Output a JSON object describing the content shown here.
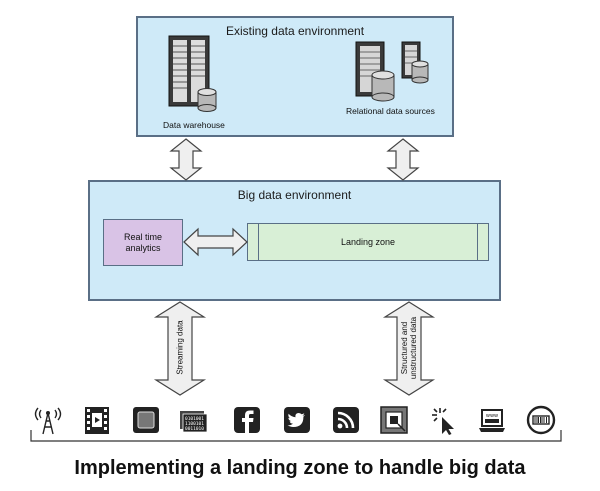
{
  "existing": {
    "title": "Existing data environment",
    "warehouse_label": "Data warehouse",
    "relational_label": "Relational data sources"
  },
  "bigdata": {
    "title": "Big data environment",
    "realtime_label": "Real time analytics",
    "landing_label": "Landing zone"
  },
  "flows": {
    "streaming_label": "Streaming data",
    "structured_label": "Structured and unstructured data"
  },
  "sources": [
    {
      "icon": "cell-tower-icon"
    },
    {
      "icon": "film-strip-icon"
    },
    {
      "icon": "sensor-chip-icon"
    },
    {
      "icon": "binary-data-icon"
    },
    {
      "icon": "facebook-icon"
    },
    {
      "icon": "twitter-icon"
    },
    {
      "icon": "rss-icon"
    },
    {
      "icon": "nfc-tag-icon"
    },
    {
      "icon": "click-pointer-icon"
    },
    {
      "icon": "web-laptop-icon"
    },
    {
      "icon": "barcode-scanner-icon"
    }
  ],
  "caption": "Implementing a landing zone to handle big data",
  "colors": {
    "box_fill": "#cfeaf8",
    "box_border": "#5a6f86",
    "analytics_fill": "#d9c3e6",
    "landing_fill": "#d8efd6",
    "arrow_fill": "#efefef"
  }
}
